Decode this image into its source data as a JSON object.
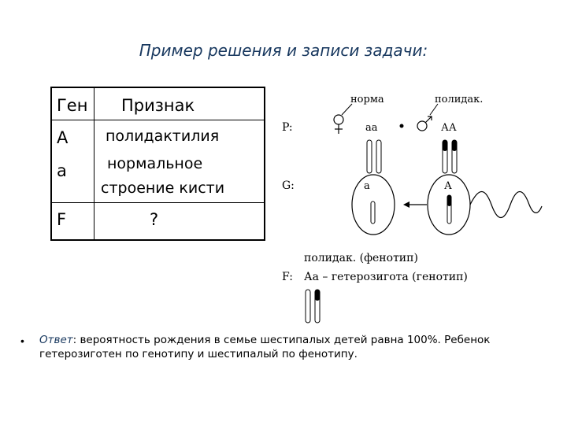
{
  "title": "Пример решения и записи задачи:",
  "table": {
    "header_gene": "Ген",
    "header_trait": "Признак",
    "row1_gene": "А",
    "row1_trait": "полидактилия",
    "row2_gene": "а",
    "row2_trait_line1": "нормальное",
    "row2_trait_line2": "строение кисти",
    "row3_gene": "F",
    "row3_trait": "?"
  },
  "diagram": {
    "label_norma": "норма",
    "label_polidak": "полидак.",
    "label_P": "P:",
    "label_aa": "аа",
    "label_AA": "АА",
    "label_G": "G:",
    "gamete_a": "а",
    "gamete_A": "А",
    "label_phenotype": "полидак. (фенотип)",
    "label_F": "F:",
    "label_genotype": "Аа – гетерозигота (генотип)"
  },
  "answer": {
    "bullet": "•",
    "label": "Ответ",
    "text_line1": ": вероятность рождения в семье шестипалых детей равна 100%. Ребенок",
    "text_line2": "гетерозиготен по генотипу и шестипалый по фенотипу."
  }
}
